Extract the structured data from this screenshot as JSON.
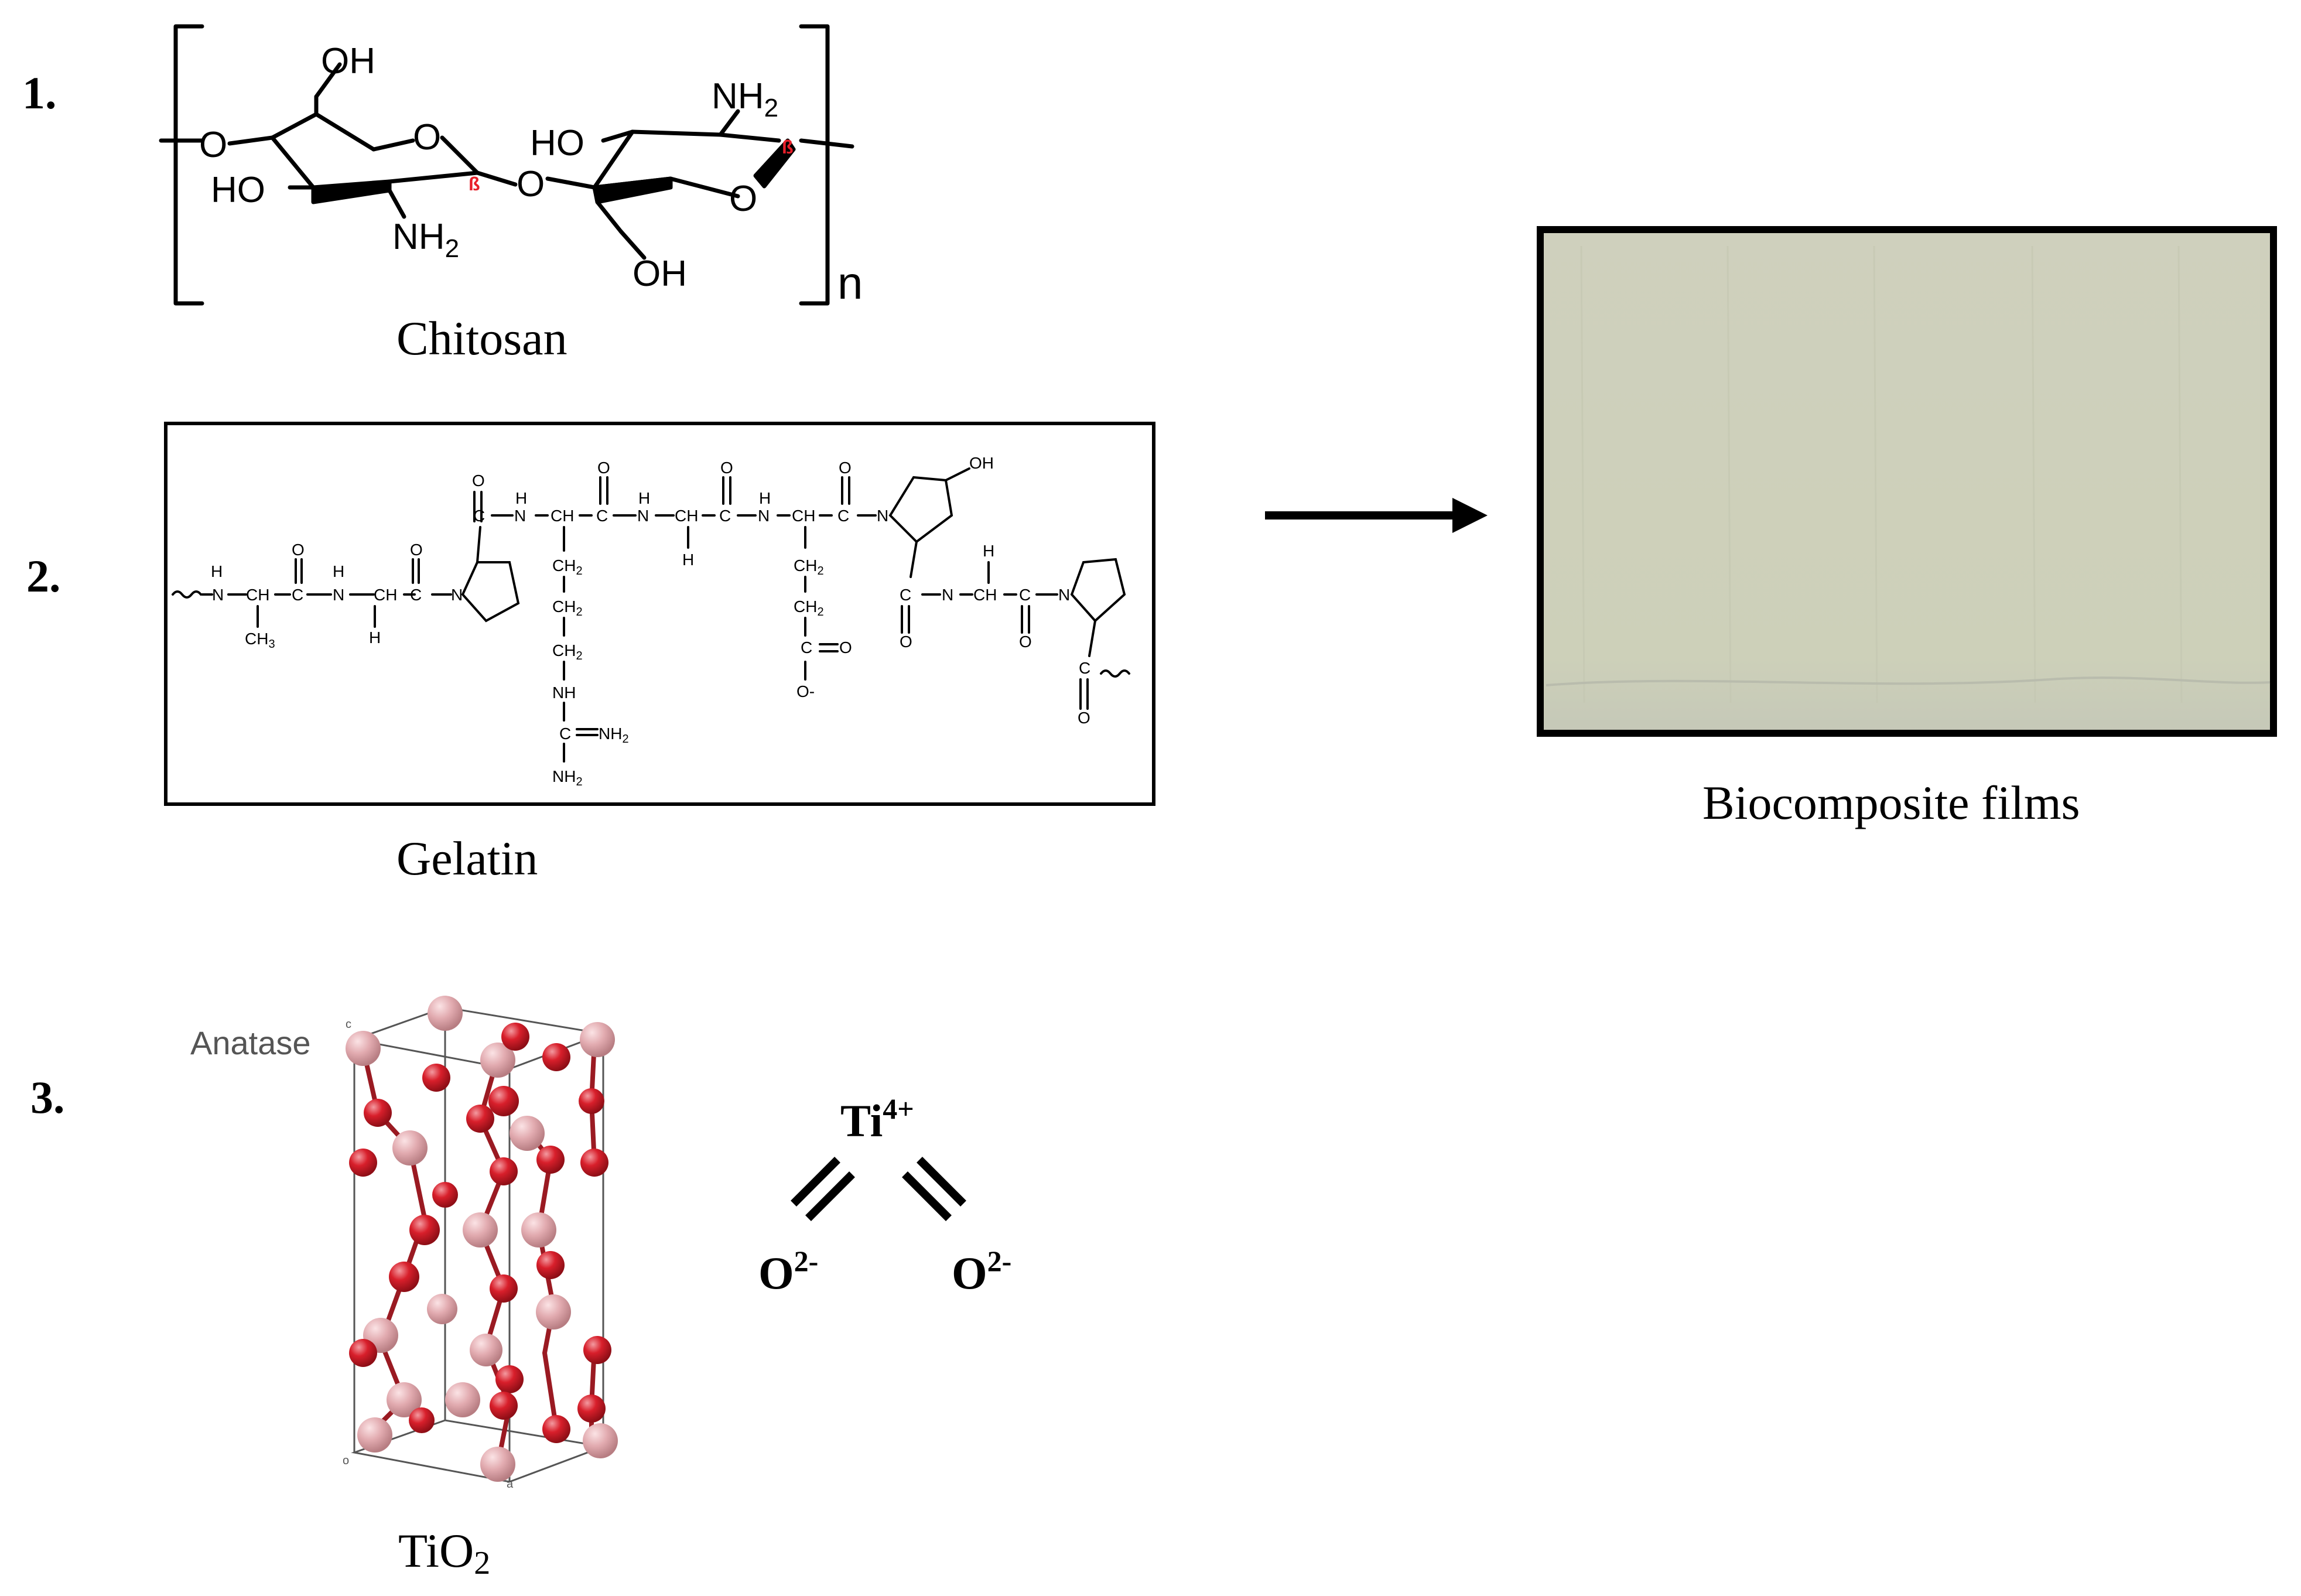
{
  "steps": {
    "one": "1.",
    "two": "2.",
    "three": "3."
  },
  "chitosan": {
    "caption": "Chitosan",
    "oh_top": "OH",
    "ring_o_left": "O",
    "link_o_left": "O",
    "ho_left": "HO",
    "nh2_left": "NH",
    "nh2_left_sub": "2",
    "beta_left": "ß",
    "link_o_mid": "O",
    "nh2_right": "NH",
    "nh2_right_sub": "2",
    "ho_right": "HO",
    "beta_right": "ß",
    "ring_o_right": "O",
    "oh_bottom": "OH",
    "repeat": "n"
  },
  "gelatin": {
    "caption": "Gelatin",
    "labels": {
      "h1": "H",
      "n1": "N",
      "ch1": "CH",
      "c1": "C",
      "o1": "O",
      "ch3": "CH",
      "ch3_sub": "3",
      "h2": "H",
      "n2": "N",
      "ch2a": "CH",
      "h2b": "H",
      "c2": "C",
      "o2": "O",
      "n_pro1": "N",
      "c3": "C",
      "o3": "O",
      "n4": "N",
      "h4": "H",
      "ch4": "CH",
      "c4": "C",
      "o4": "O",
      "ch2_1": "CH",
      "ch2_2": "CH",
      "ch2_3": "CH",
      "nh": "NH",
      "c_guan": "C",
      "nh2_a": "NH",
      "nh2_b": "NH",
      "n5": "N",
      "h5": "H",
      "ch5": "CH",
      "h5b": "H",
      "c5": "C",
      "o5": "O",
      "n6": "N",
      "h6": "H",
      "ch6": "CH",
      "c6": "C",
      "o6": "O",
      "ch2_4": "CH",
      "ch2_5": "CH",
      "c_acid": "C",
      "o_acid": "O",
      "o_minus": "O-",
      "n_hyp": "N",
      "oh": "OH",
      "c7": "C",
      "o7": "O",
      "n7": "N",
      "h7": "H",
      "ch7": "CH",
      "c8": "C",
      "o8": "O",
      "n_pro2": "N",
      "c9": "C",
      "o9": "O",
      "sub2": "2"
    }
  },
  "tio2": {
    "caption": "TiO",
    "caption_sub": "2",
    "phase": "Anatase",
    "axis_c": "c",
    "axis_o": "o",
    "axis_a": "a",
    "ti": "Ti",
    "ti_charge": "4+",
    "o": "O",
    "o_charge": "2-"
  },
  "film": {
    "caption": "Biocomposite films",
    "color": "#cfd0bb"
  },
  "colors": {
    "beta": "#e8202a",
    "o_atom": "#d81f2b",
    "ti_atom": "#e8b4b8"
  }
}
